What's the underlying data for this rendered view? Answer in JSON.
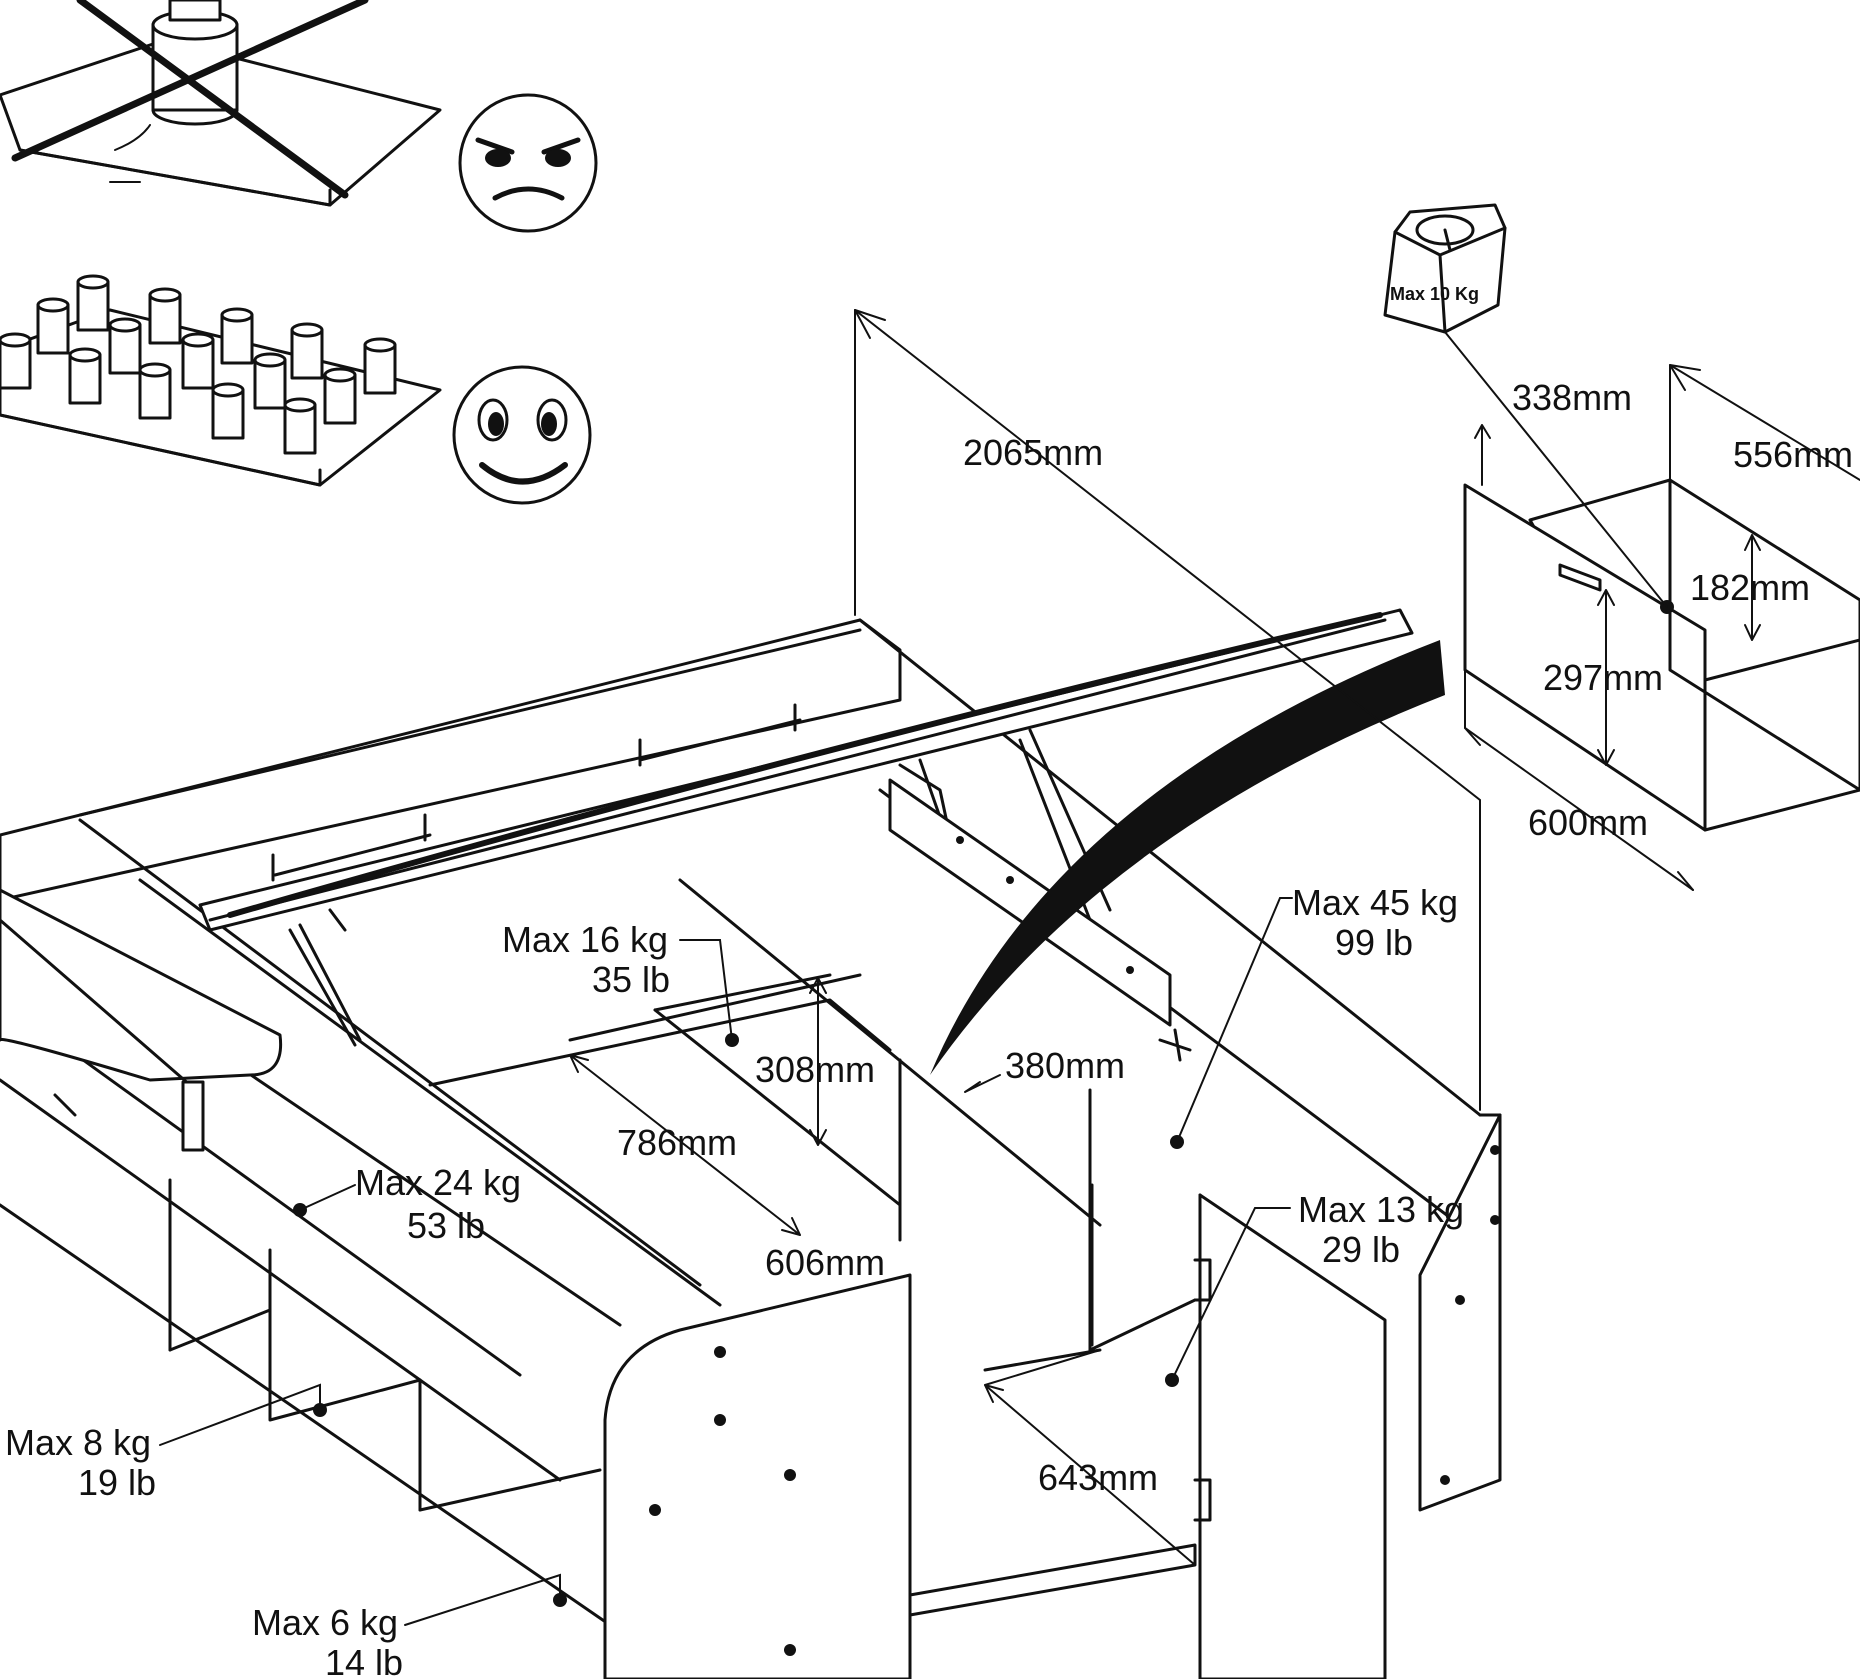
{
  "labels": {
    "weight_max": "Max 10 Kg",
    "dim_length": "2065mm",
    "dim_drawer_depth": "338mm",
    "dim_drawer_width": "556mm",
    "dim_drawer_inner_height": "182mm",
    "dim_drawer_front_height": "297mm",
    "dim_drawer_front_width": "600mm",
    "load_small_compartment_kg": "Max 16 kg",
    "load_small_compartment_lb": "35 lb",
    "dim_compartment_height": "308mm",
    "dim_inner_width": "380mm",
    "load_main_compartment_kg": "Max 45 kg",
    "load_main_compartment_lb": "99 lb",
    "dim_compartment_length": "786mm",
    "load_shelf_kg": "Max 24 kg",
    "load_shelf_lb": "53 lb",
    "dim_cabinet_width": "606mm",
    "load_cabinet_kg": "Max 13 kg",
    "load_cabinet_lb": "29 lb",
    "load_lower_shelf_kg": "Max 8 kg",
    "load_lower_shelf_lb": "19 lb",
    "dim_cabinet_depth": "643mm",
    "load_bottom_shelf_kg": "Max 6 kg",
    "load_bottom_shelf_lb": "14 lb"
  },
  "icons": {
    "wrong_load": "frowning-face-icon",
    "correct_load": "smiling-face-icon",
    "weight": "weight-icon"
  },
  "colors": {
    "line": "#111111",
    "background": "#ffffff"
  }
}
